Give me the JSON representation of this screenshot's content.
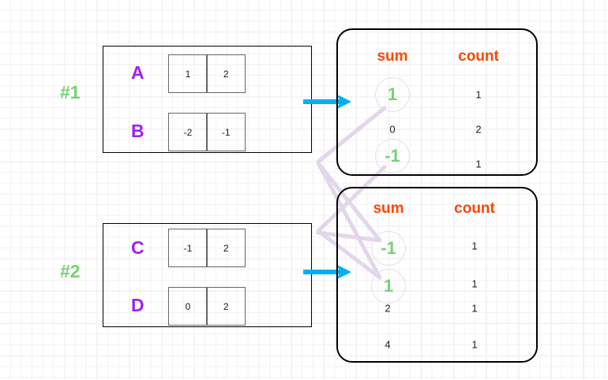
{
  "diagram": {
    "title": "group sum/count aggregation diagram",
    "colors": {
      "group_label": "#76d275",
      "row_letter": "#a020f0",
      "column_header": "#ff4500",
      "highlight_value": "#76d275",
      "arrow": "#00b0f0",
      "link_line": "#e3d5ea",
      "cell_border": "#666666",
      "box_border": "#000000"
    },
    "groups": [
      {
        "label": "#1",
        "rows": [
          {
            "letter": "A",
            "values": [
              "1",
              "2"
            ]
          },
          {
            "letter": "B",
            "values": [
              "-2",
              "-1"
            ]
          }
        ]
      },
      {
        "label": "#2",
        "rows": [
          {
            "letter": "C",
            "values": [
              "-1",
              "2"
            ]
          },
          {
            "letter": "D",
            "values": [
              "0",
              "2"
            ]
          }
        ]
      }
    ],
    "arrows": [
      {
        "name": "arrow-group-1-to-table-1"
      },
      {
        "name": "arrow-group-2-to-table-2"
      }
    ],
    "tables": [
      {
        "name": "aggregate-table-1",
        "headers": [
          "sum",
          "count"
        ],
        "rows": [
          {
            "sum": "1",
            "count": "1",
            "highlight": true
          },
          {
            "sum": "0",
            "count": "2",
            "highlight": false
          },
          {
            "sum": "-1",
            "count": "1",
            "highlight": true
          }
        ]
      },
      {
        "name": "aggregate-table-2",
        "headers": [
          "sum",
          "count"
        ],
        "rows": [
          {
            "sum": "-1",
            "count": "1",
            "highlight": true
          },
          {
            "sum": "1",
            "count": "1",
            "highlight": true
          },
          {
            "sum": "2",
            "count": "1",
            "highlight": false
          },
          {
            "sum": "4",
            "count": "1",
            "highlight": false
          }
        ]
      }
    ]
  },
  "chart_data": {
    "type": "table",
    "title": "sum / count aggregation per group",
    "tables": [
      {
        "id": "table-1",
        "columns": [
          "sum",
          "count"
        ],
        "rows": [
          [
            "1",
            "1"
          ],
          [
            "0",
            "2"
          ],
          [
            "-1",
            "1"
          ]
        ]
      },
      {
        "id": "table-2",
        "columns": [
          "sum",
          "count"
        ],
        "rows": [
          [
            "-1",
            "1"
          ],
          [
            "1",
            "1"
          ],
          [
            "2",
            "1"
          ],
          [
            "4",
            "1"
          ]
        ]
      }
    ],
    "links": [
      {
        "from": "table-1.sum=1",
        "to": "table-2.sum=1"
      },
      {
        "from": "table-1.sum=-1",
        "to": "table-2.sum=-1"
      }
    ]
  }
}
